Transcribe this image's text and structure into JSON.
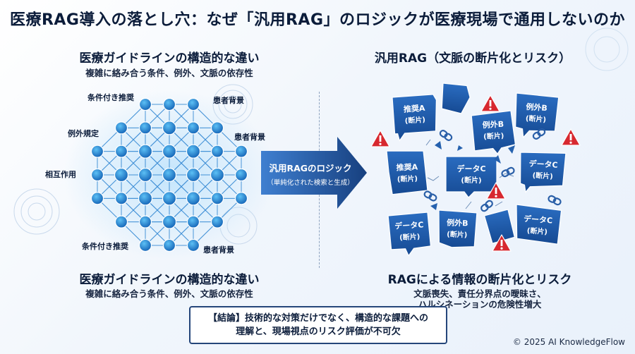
{
  "title": "医療RAG導入の落とし穴：なぜ「汎用RAG」のロジックが医療現場で通用しないのか",
  "left": {
    "heading": "医療ガイドラインの構造的な違い",
    "subheading": "複雑に絡み合う条件、例外、文脈の依存性",
    "labels": {
      "conditional_top": "条件付き推奨",
      "exception": "例外規定",
      "interaction": "相互作用",
      "conditional_bottom": "条件付き推奨",
      "patient_top": "患者背景",
      "patient_mid": "患者背景",
      "patient_bottom": "患者背景"
    },
    "bottom_heading": "医療ガイドラインの構造的な違い",
    "bottom_subheading": "複雑に絡み合う条件、例外、文脈の依存性"
  },
  "arrow": {
    "label": "汎用RAGのロジック",
    "sublabel": "（単純化された検索と生成）"
  },
  "right": {
    "heading": "汎用RAG（文脈の断片化とリスク）",
    "fragments": {
      "f1": {
        "line1": "推奨A",
        "line2": "(断片)"
      },
      "f2": {
        "line1": "例外B",
        "line2": "(断片)"
      },
      "f3": {
        "line1": "例外B",
        "line2": "(断片)"
      },
      "f4": {
        "line1": "推奨A",
        "line2": "(断片)"
      },
      "f5": {
        "line1": "データC",
        "line2": "(断片)"
      },
      "f6": {
        "line1": "データC",
        "line2": "(断片)"
      },
      "f7": {
        "line1": "データC",
        "line2": "(断片)"
      },
      "f8": {
        "line1": "例外B",
        "line2": "(断片)"
      },
      "f9": {
        "line1": "データC",
        "line2": "(断片)"
      }
    },
    "bottom_heading": "RAGによる情報の断片化とリスク",
    "bottom_sub_line1": "文脈喪失、責任分界点の曖昧さ、",
    "bottom_sub_line2": "ハルシネーションの危険性増大"
  },
  "conclusion": {
    "line1": "【結論】技術的な対策だけでなく、構造的な課題への",
    "line2": "理解と、現場視点のリスク評価が不可欠"
  },
  "copyright": "© 2025 AI KnowledgeFlow",
  "colors": {
    "navy": "#0b1c3a",
    "node": "#1f77c9",
    "node_light": "#3da3e6",
    "fragment": "#1b56a3",
    "warning": "#d7282f",
    "arrow": "#1c4f9c"
  },
  "icons": [
    "warning-icon",
    "chain-link-icon",
    "arrow-right-icon"
  ]
}
